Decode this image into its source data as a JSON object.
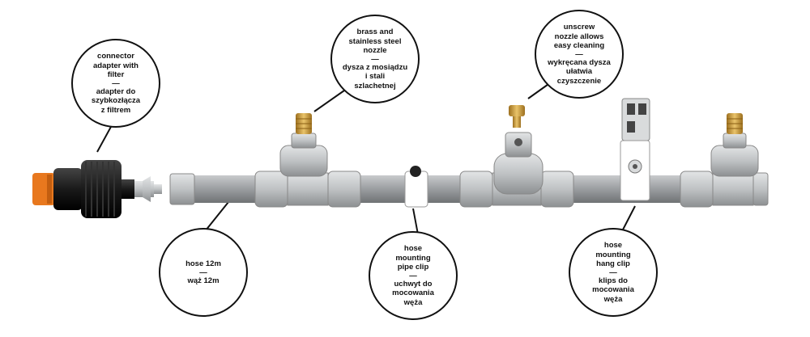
{
  "callouts": {
    "connector": {
      "en": [
        "connector",
        "adapter with",
        "filter"
      ],
      "sep": "—",
      "pl": [
        "adapter do",
        "szybkozłącza",
        "z filtrem"
      ]
    },
    "nozzle": {
      "en": [
        "brass and",
        "stainless steel",
        "nozzle"
      ],
      "sep": "—",
      "pl": [
        "dysza z mosiądzu",
        "i stali",
        "szlachetnej"
      ]
    },
    "unscrew": {
      "en": [
        "unscrew",
        "nozzle allows",
        "easy cleaning"
      ],
      "sep": "—",
      "pl": [
        "wykręcana dysza",
        "ułatwia",
        "czyszczenie"
      ]
    },
    "hose": {
      "en": [
        "hose 12m"
      ],
      "sep": "—",
      "pl": [
        "wąż 12m"
      ]
    },
    "pipe_clip": {
      "en": [
        "hose",
        "mounting",
        "pipe clip"
      ],
      "sep": "—",
      "pl": [
        "uchwyt do",
        "mocowania",
        "węża"
      ]
    },
    "hang_clip": {
      "en": [
        "hose",
        "mounting",
        "hang clip"
      ],
      "sep": "—",
      "pl": [
        "klips do",
        "mocowania",
        "węża"
      ]
    }
  },
  "colors": {
    "pipe": "#9a9da0",
    "fitting": "#bfc2c4",
    "brass": "#c99a3a",
    "connector_black": "#1a1a1a",
    "connector_orange": "#e8781e",
    "clip": "#ffffff",
    "outline": "#111111"
  }
}
